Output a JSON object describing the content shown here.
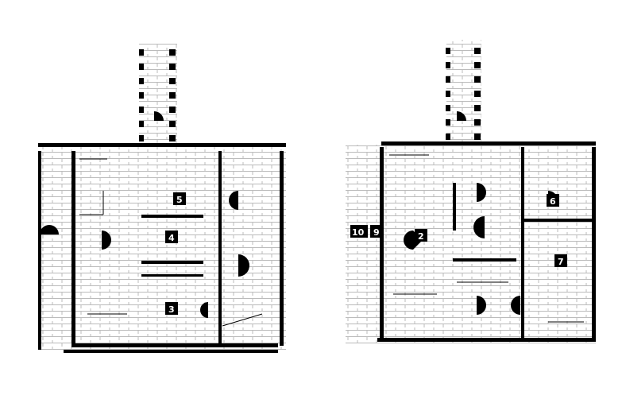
{
  "plans": [
    {
      "name": "left-floor-plan",
      "room_labels": [
        "5",
        "4",
        "3"
      ]
    },
    {
      "name": "right-floor-plan",
      "room_labels": [
        "2",
        "6",
        "7",
        "10",
        "9"
      ]
    }
  ],
  "colors": {
    "ink": "#000000",
    "paper": "#ffffff",
    "hatch": "#bbbbbb"
  }
}
